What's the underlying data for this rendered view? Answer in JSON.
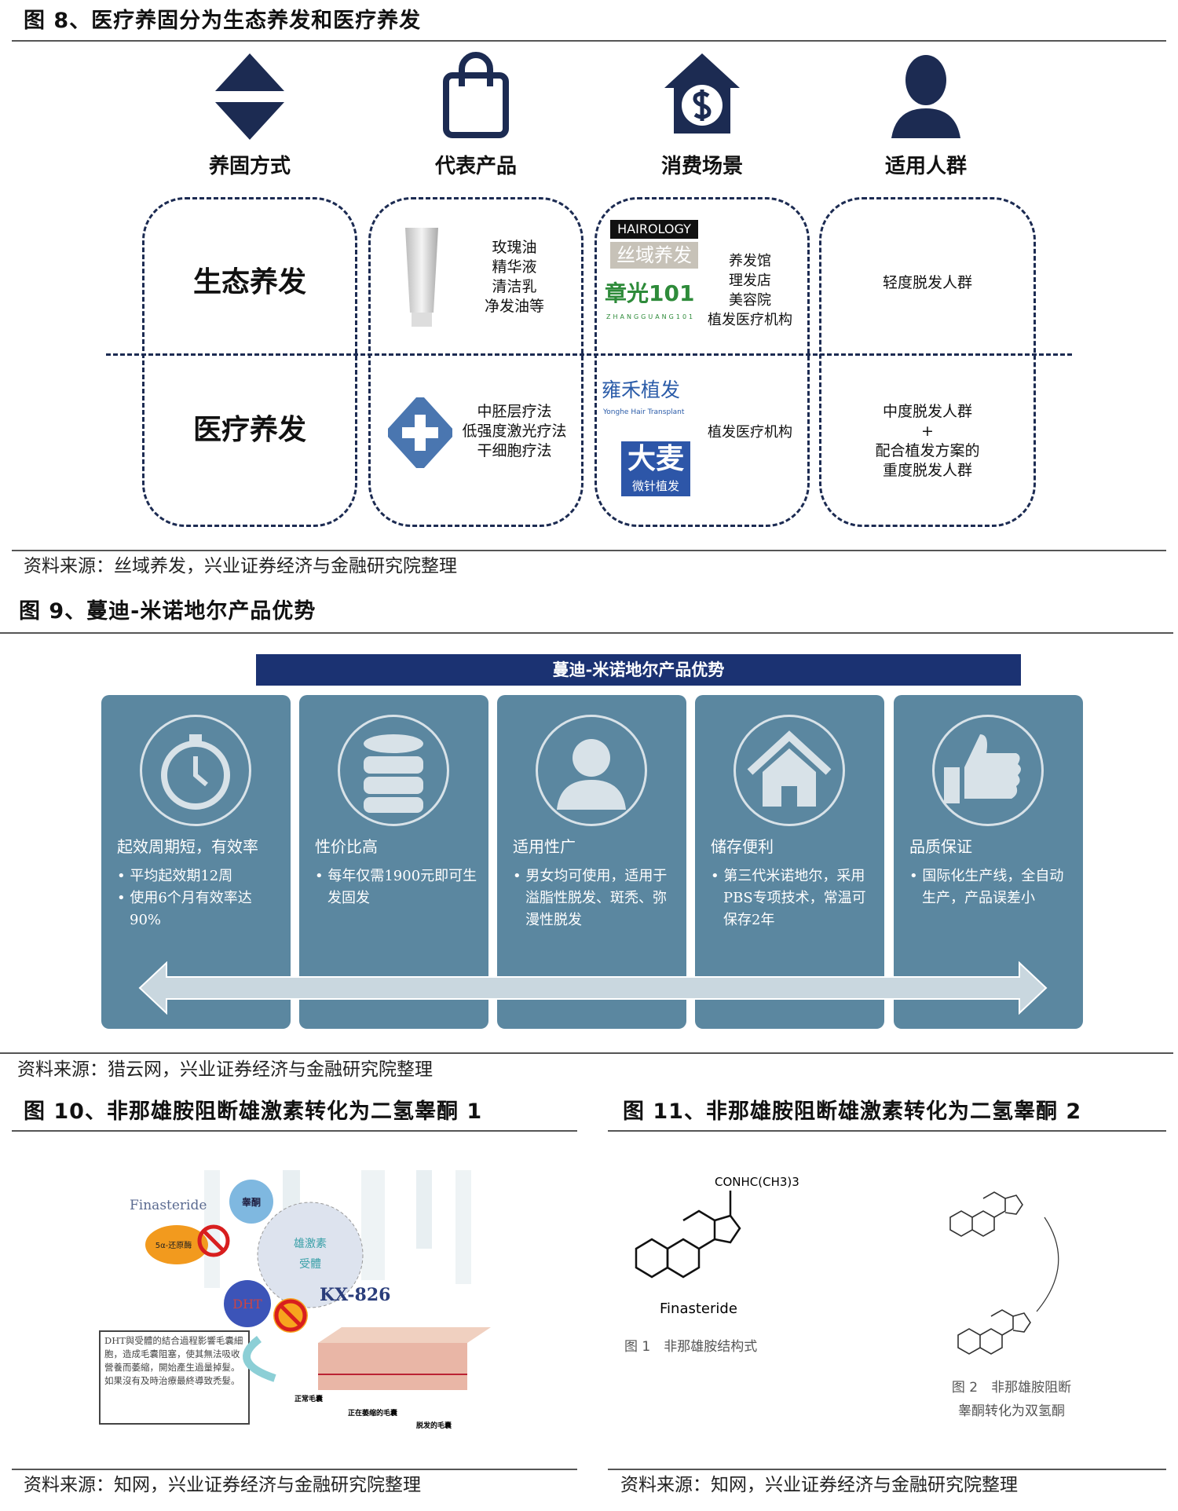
{
  "fig8": {
    "title": "图 8、医疗养固分为生态养发和医疗养发",
    "headers": [
      "养固方式",
      "代表产品",
      "消费场景",
      "适用人群"
    ],
    "rows": [
      "生态养发",
      "医疗养发"
    ],
    "eco_products": [
      "玫瑰油",
      "精华液",
      "清洁乳",
      "净发油等"
    ],
    "eco_brands": {
      "hairology": "HAIROLOGY",
      "siyu": "丝域养发",
      "zhangguang": "章光101",
      "zhangguang_sub": "ZHANGGUANG101"
    },
    "eco_venues": [
      "养发馆",
      "理发店",
      "美容院",
      "植发医疗机构"
    ],
    "eco_people": "轻度脱发人群",
    "med_products": [
      "中胚层疗法",
      "低强度激光疗法",
      "干细胞疗法"
    ],
    "med_brands": {
      "yonghe": "雍禾植发",
      "yonghe_sub": "Yonghe Hair Transplant",
      "damai": "大麦",
      "damai_sub": "微针植发"
    },
    "med_venues": "植发医疗机构",
    "med_people": [
      "中度脱发人群",
      "+",
      "配合植发方案的",
      "重度脱发人群"
    ],
    "source": "资料来源：丝域养发，兴业证券经济与金融研究院整理"
  },
  "fig9": {
    "title": "图 9、蔓迪-米诺地尔产品优势",
    "banner": "蔓迪-米诺地尔产品优势",
    "cards": [
      {
        "icon": "stopwatch-icon",
        "title": "起效周期短，有效率",
        "bullets": [
          "• 平均起效期12周",
          "• 使用6个月有效率达90%"
        ]
      },
      {
        "icon": "database-icon",
        "title": "性价比高",
        "bullets": [
          "• 每年仅需1900元即可生发固发"
        ]
      },
      {
        "icon": "person-icon",
        "title": "适用性广",
        "bullets": [
          "• 男女均可使用，适用于溢脂性脱发、斑秃、弥漫性脱发"
        ]
      },
      {
        "icon": "house-icon",
        "title": "储存便利",
        "bullets": [
          "• 第三代米诺地尔，采用PBS专项技术，常温可保存2年"
        ]
      },
      {
        "icon": "thumbs-up-icon",
        "title": "品质保证",
        "bullets": [
          "• 国际化生产线，全自动生产，产品误差小"
        ]
      }
    ],
    "source": "资料来源：猎云网，兴业证券经济与金融研究院整理"
  },
  "fig10": {
    "title": "图 10、非那雄胺阻断雄激素转化为二氢睾酮 1",
    "labels": {
      "finasteride": "Finasteride",
      "testosterone": "睾酮",
      "reductase": "5α-还原酶",
      "receptor1": "雄激素",
      "receptor2": "受體",
      "dht": "DHT",
      "kx": "KX-826",
      "stage1": "正常毛囊",
      "stage2": "正在萎缩的毛囊",
      "stage3": "脱发的毛囊"
    },
    "note": "DHT與受體的結合過程影響毛囊細胞，造成毛囊阻塞，使其無法吸收營養而萎縮，開始產生過量掉髮。如果沒有及時治療最終導致禿髮。",
    "source": "资料来源：知网，兴业证券经济与金融研究院整理"
  },
  "fig11": {
    "title": "图 11、非那雄胺阻断雄激素转化为二氢睾酮 2",
    "struct_group": "CONHC(CH3)3",
    "struct_name": "Finasteride",
    "caption1": "图 1　非那雄胺结构式",
    "caption2a": "图 2　非那雄胺阻断",
    "caption2b": "睾酮转化为双氢酮",
    "source": "资料来源：知网，兴业证券经济与金融研究院整理"
  }
}
